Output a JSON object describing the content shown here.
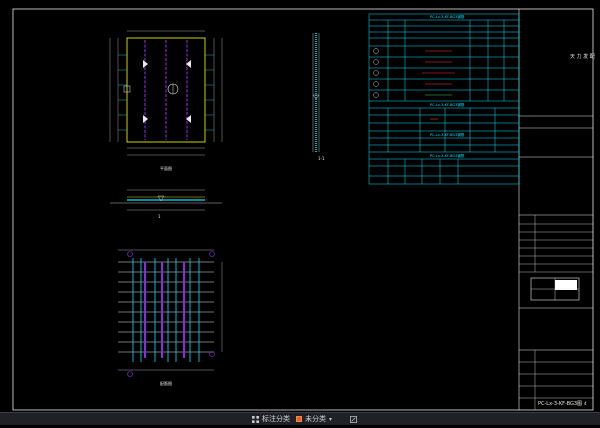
{
  "drawing": {
    "plan_label": "平面图",
    "section_label": "1-1",
    "section_mark_top": "1",
    "section_mark_bot": "1",
    "rebar_plan_label": "配筋图",
    "title_block": {
      "company": "天 力 发 配",
      "drawing_no": "PC-Lx-3-KF-BG3图",
      "sheet_no": "4"
    },
    "table1_title": "PC-Lx-3-KF-BG3钢筋",
    "table2_title": "PC-Lx-3-KF-BG3钢筋",
    "table3_title": "PC-Lx-3-KF-BG3钢筋",
    "table4_title": "PC-Lx-3-KF-BG3钢筋"
  },
  "colors": {
    "cyan": "#00e5ff",
    "yellow": "#e8e800",
    "purple": "#8a2be2",
    "white": "#e8e8e8",
    "red": "#ff3030",
    "green": "#39d353"
  },
  "statusbar": {
    "grid_icon": "grid-icon",
    "annotate_label": "标注分类",
    "category_label": "未分类",
    "edit_icon": "edit-icon"
  }
}
